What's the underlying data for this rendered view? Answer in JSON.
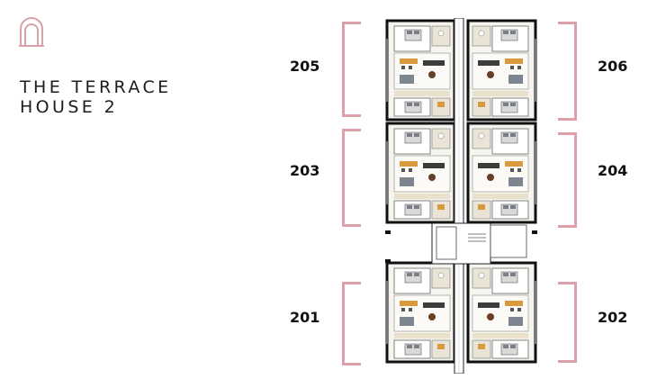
{
  "brand": {
    "logo_icon": "arch-gate-icon",
    "accent": "#dba0a9"
  },
  "title": {
    "line1": "THE TERRACE",
    "line2": "HOUSE 2"
  },
  "units": [
    {
      "id": "205",
      "label": "205",
      "side": "left"
    },
    {
      "id": "206",
      "label": "206",
      "side": "right"
    },
    {
      "id": "203",
      "label": "203",
      "side": "left"
    },
    {
      "id": "204",
      "label": "204",
      "side": "right"
    },
    {
      "id": "201",
      "label": "201",
      "side": "left"
    },
    {
      "id": "202",
      "label": "202",
      "side": "right"
    }
  ]
}
